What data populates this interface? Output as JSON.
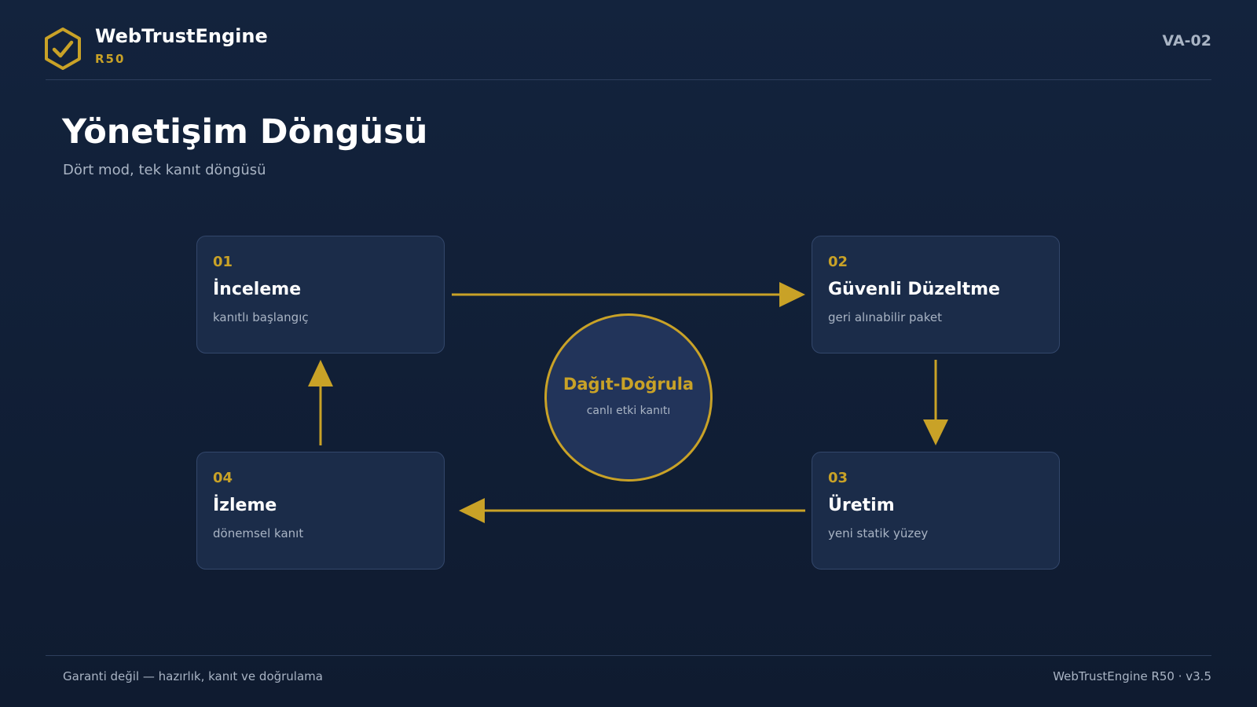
{
  "brand": {
    "name": "WebTrustEngine",
    "sub": "R50",
    "logo_icon": "hexagon-check-icon"
  },
  "header": {
    "code": "VA-02"
  },
  "page": {
    "title": "Yönetişim Döngüsü",
    "subtitle": "Dört mod, tek kanıt döngüsü"
  },
  "cycle": {
    "steps": [
      {
        "num": "01",
        "name": "İnceleme",
        "desc": "kanıtlı başlangıç"
      },
      {
        "num": "02",
        "name": "Güvenli Düzeltme",
        "desc": "geri alınabilir paket"
      },
      {
        "num": "03",
        "name": "Üretim",
        "desc": "yeni statik yüzey"
      },
      {
        "num": "04",
        "name": "İzleme",
        "desc": "dönemsel kanıt"
      }
    ],
    "hub": {
      "title": "Dağıt-Doğrula",
      "sub": "canlı etki kanıtı"
    },
    "flow": [
      "01 → 02",
      "02 → 03",
      "03 → 04",
      "04 → 01"
    ]
  },
  "footer": {
    "left": "Garanti değil — hazırlık, kanıt ve doğrulama",
    "right": "WebTrustEngine R50 · v3.5"
  },
  "colors": {
    "background": "#13233d",
    "accent": "#c9a227",
    "card": "#1b2c49",
    "card_border": "#33476b",
    "muted": "#a9b4c4"
  }
}
